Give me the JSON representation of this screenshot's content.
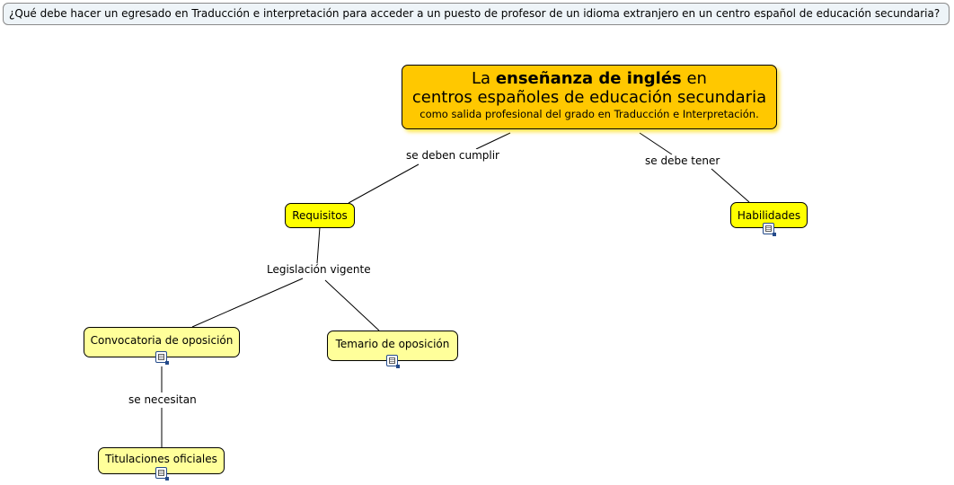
{
  "question": "¿Qué debe hacer un egresado en Traducción e interpretación para acceder a un puesto de profesor de un idioma extranjero en un centro español de educación secundaria?",
  "main_concept": {
    "prefix": "La ",
    "bold": "enseñanza de inglés",
    "suffix": " en",
    "line2": "centros españoles de educación secundaria",
    "line3": "como salida profesional del grado en Traducción e Interpretación."
  },
  "nodes": {
    "requisitos": "Requisitos",
    "habilidades": "Habilidades",
    "convocatoria": "Convocatoria de oposición",
    "temario": "Temario de oposición",
    "titulaciones": "Titulaciones oficiales"
  },
  "links": {
    "se_deben_cumplir": "se deben cumplir",
    "se_debe_tener": "se debe tener",
    "legislacion_vigente": "Legislación vigente",
    "se_necesitan": "se necesitan"
  },
  "colors": {
    "main_fill": "#ffc800",
    "node_fill": "#ffff00",
    "leaf_fill": "#ffff9a",
    "question_fill": "#eef4f8"
  },
  "icons": [
    "document-icon"
  ]
}
